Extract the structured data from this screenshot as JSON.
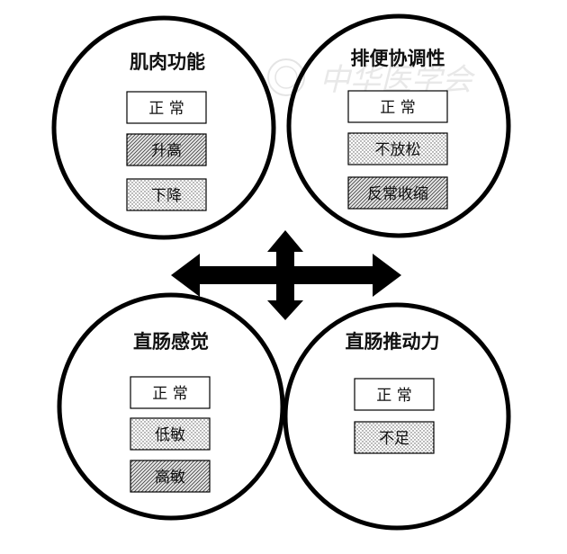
{
  "quadrants": [
    {
      "title": "肌肉功能",
      "items": [
        {
          "label": "正 常",
          "pattern": "plain"
        },
        {
          "label": "升高",
          "pattern": "hatch"
        },
        {
          "label": "下降",
          "pattern": "dots"
        }
      ]
    },
    {
      "title": "排便协调性",
      "items": [
        {
          "label": "正 常",
          "pattern": "plain"
        },
        {
          "label": "不放松",
          "pattern": "dots"
        },
        {
          "label": "反常收缩",
          "pattern": "hatch"
        }
      ]
    },
    {
      "title": "直肠感觉",
      "items": [
        {
          "label": "正 常",
          "pattern": "plain"
        },
        {
          "label": "低敏",
          "pattern": "dots"
        },
        {
          "label": "高敏",
          "pattern": "hatch"
        }
      ]
    },
    {
      "title": "直肠推动力",
      "items": [
        {
          "label": "正 常",
          "pattern": "plain"
        },
        {
          "label": "不足",
          "pattern": "dots"
        }
      ]
    }
  ],
  "watermark": "中华医学会"
}
